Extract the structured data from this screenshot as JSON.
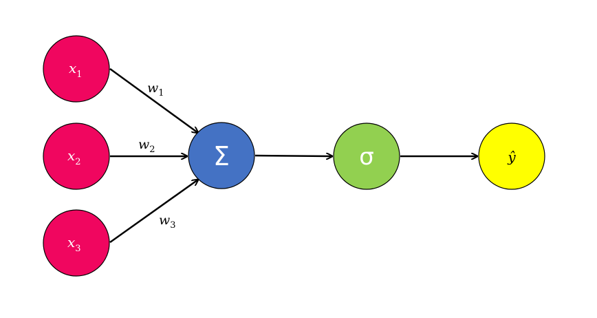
{
  "colors": {
    "input_node": "#f0065f",
    "sum_node": "#4472c4",
    "activation_node": "#92d050",
    "output_node": "#ffff00",
    "node_stroke": "#000000",
    "edge": "#000000"
  },
  "inputs": [
    {
      "symbol": "x",
      "subscript": "1"
    },
    {
      "symbol": "x",
      "subscript": "2"
    },
    {
      "symbol": "x",
      "subscript": "3"
    }
  ],
  "weights": [
    {
      "symbol": "w",
      "subscript": "1"
    },
    {
      "symbol": "w",
      "subscript": "2"
    },
    {
      "symbol": "w",
      "subscript": "3"
    }
  ],
  "sum_node": {
    "label": "Σ"
  },
  "activation_node": {
    "label": "σ"
  },
  "output_node": {
    "label": "ŷ"
  }
}
